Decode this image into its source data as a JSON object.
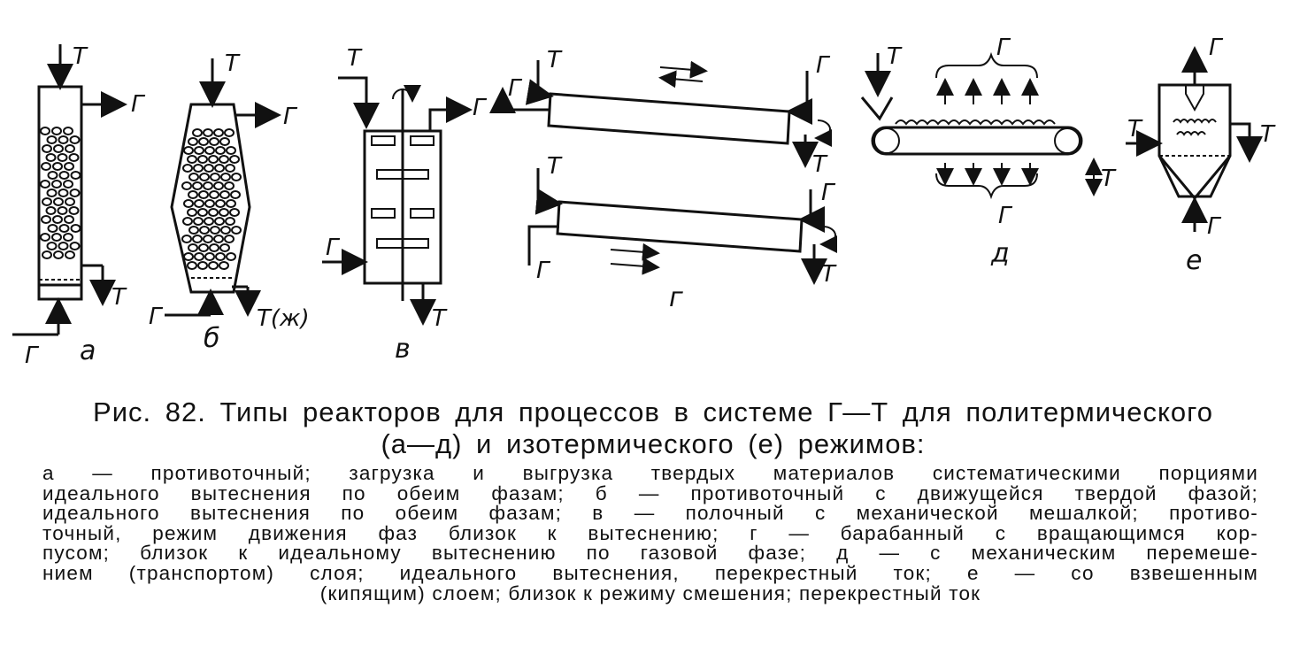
{
  "figure": {
    "labels": {
      "T": "Т",
      "G": "Г",
      "T_liquid": "Т(ж)"
    },
    "sublabels": [
      "а",
      "б",
      "в",
      "г",
      "д",
      "е"
    ]
  },
  "caption": {
    "title_line1": "Рис. 82. Типы реакторов для процессов в системе  Г—Т  для  политермического",
    "title_line2": "(а—д) и изотермического (е) режимов:",
    "body_lines": [
      "а — противоточный; загрузка и выгрузка твердых материалов систематическими порциями",
      "идеального вытеснения по обеим фазам; б — противоточный с движущейся твердой фазой;",
      "идеального вытеснения по обеим фазам; в — полочный с механической мешалкой; противо-",
      "точный, режим движения фаз близок к вытеснению; г — барабанный с вращающимся кор-",
      "пусом; близок к идеальному вытеснению по газовой фазе; д — с механическим перемеше-",
      "нием (транспортом) слоя; идеального вытеснения, перекрестный ток;  е — со взвешенным",
      "(кипящим) слоем; близок к режиму смешения; перекрестный ток"
    ]
  }
}
